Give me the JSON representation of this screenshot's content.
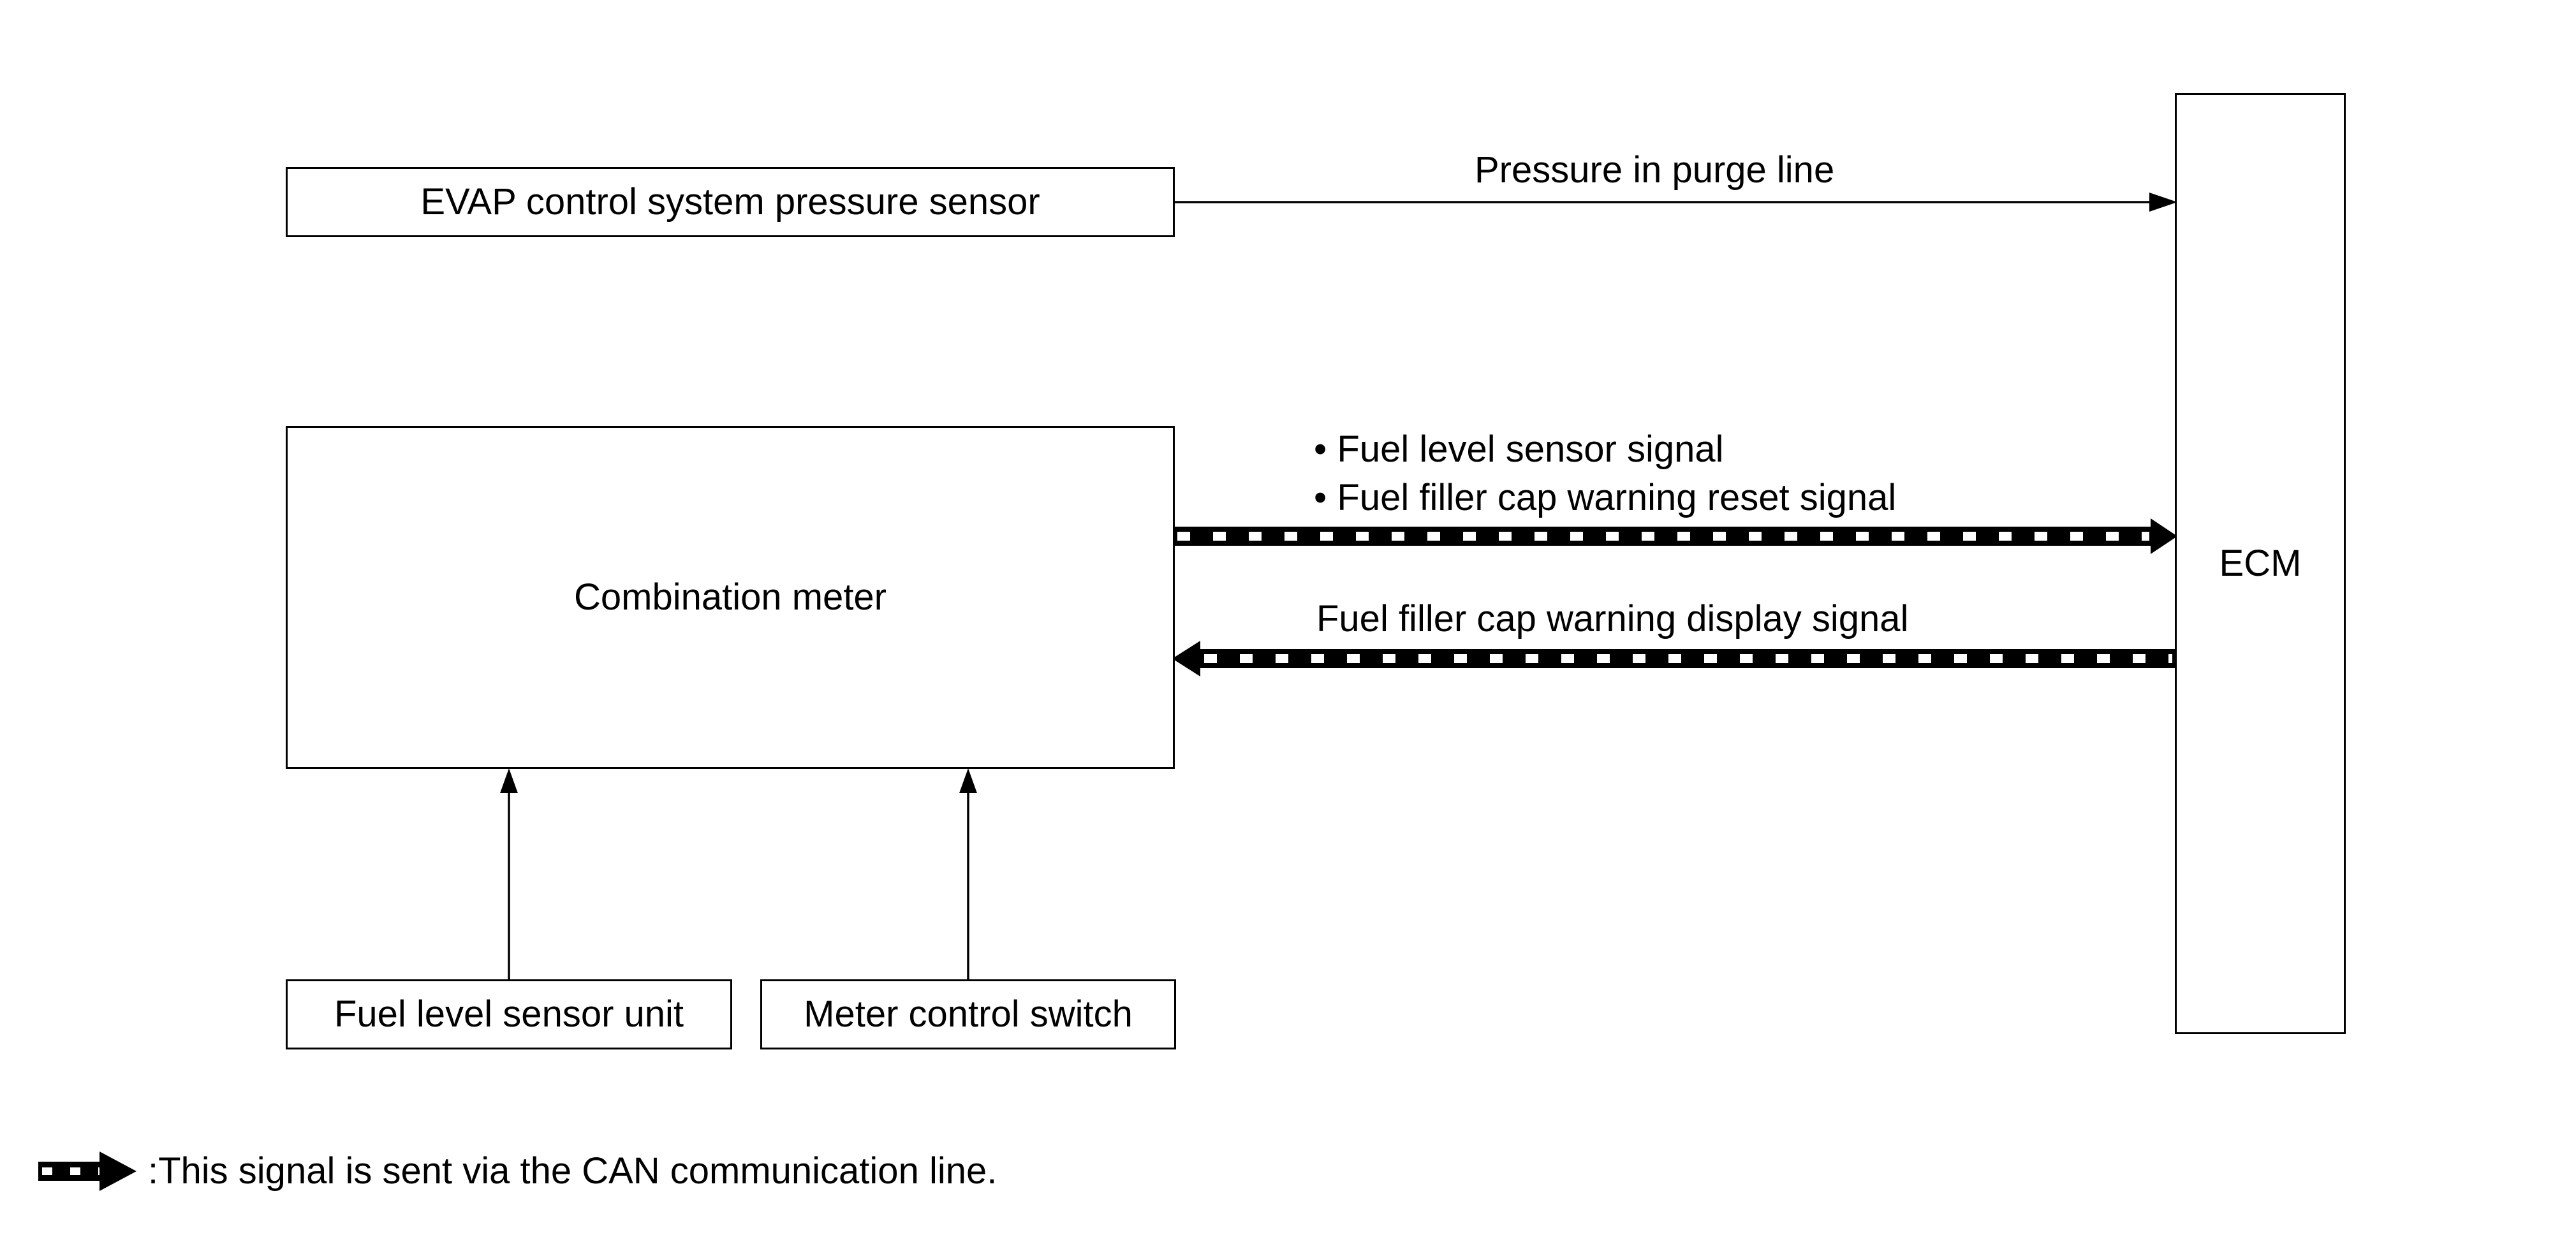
{
  "blocks": {
    "evap": "EVAP control system pressure sensor",
    "combination_meter": "Combination meter",
    "fuel_level_unit": "Fuel level sensor unit",
    "meter_switch": "Meter control switch",
    "ecm": "ECM"
  },
  "signals": {
    "pressure": "Pressure in purge line",
    "to_ecm": [
      "Fuel level sensor signal",
      "Fuel filler cap warning reset signal"
    ],
    "to_meter": "Fuel filler cap warning display signal"
  },
  "legend": {
    "text": ":This signal is sent via the CAN communication line."
  }
}
